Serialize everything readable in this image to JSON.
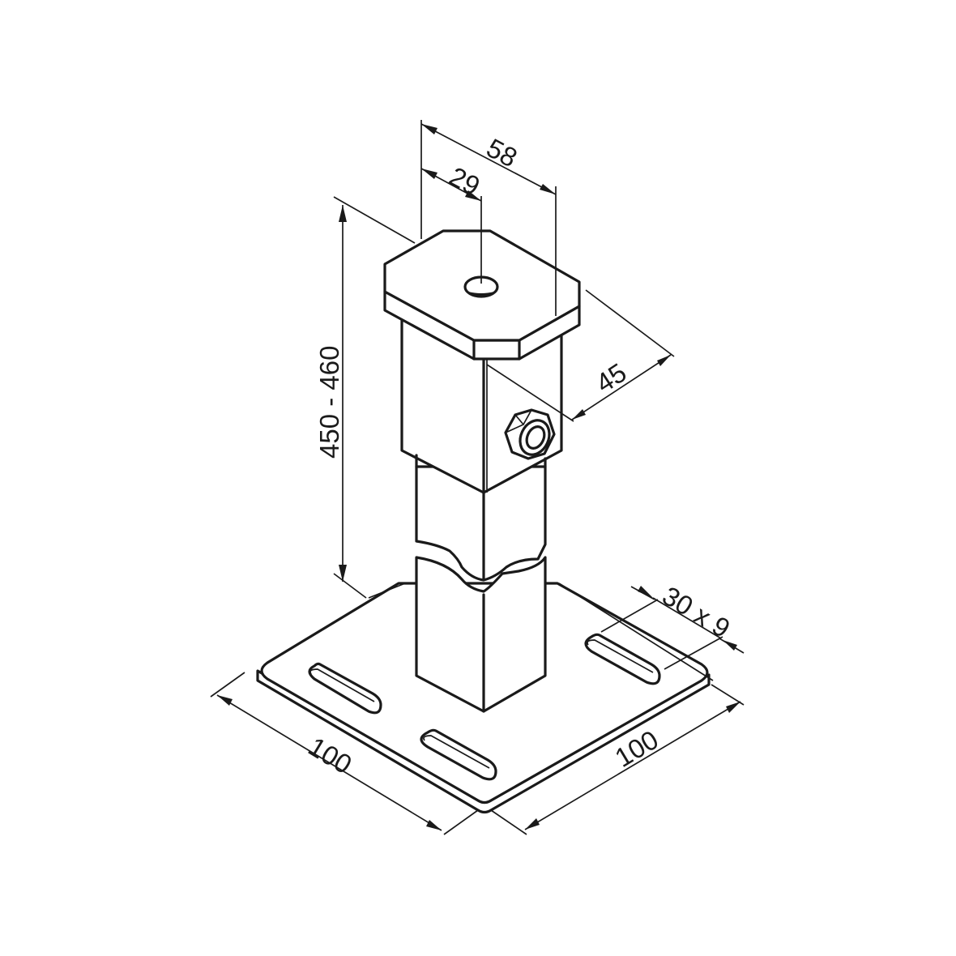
{
  "drawing": {
    "title": "Adjustable post support with base plate",
    "colors": {
      "line": "#1a1a1a",
      "background": "#ffffff"
    },
    "parts": {
      "top_plate": "octagonal head plate with center hole",
      "upper_tube": "square outer tube",
      "lock_nut": "hex nut with locking bolt",
      "lower_tube": "square inner tube (shown broken)",
      "base_plate": "square base plate with four slotted holes"
    }
  },
  "dimensions": {
    "top_width": "58",
    "top_half_width": "29",
    "tube_width": "45",
    "height_range": "450 - 460",
    "slot_size": "30 x 9",
    "base_length_left": "100",
    "base_length_right": "100"
  }
}
